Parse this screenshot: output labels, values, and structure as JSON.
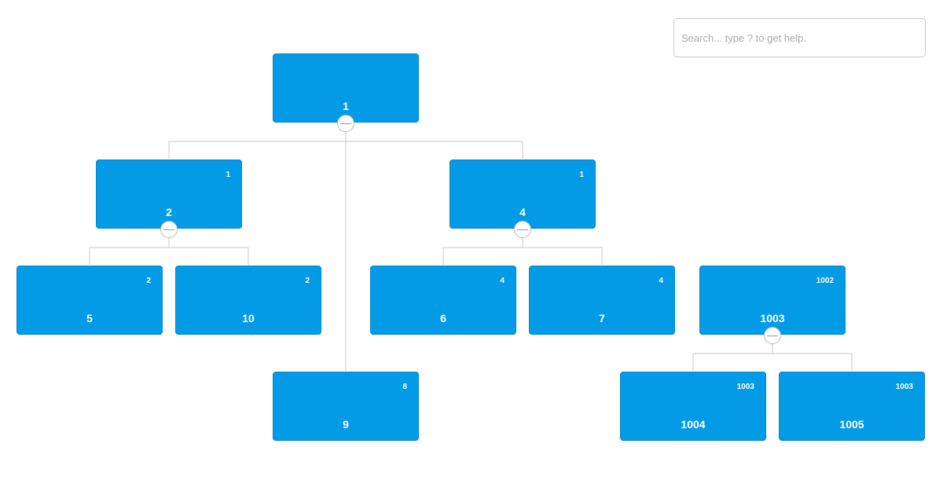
{
  "search": {
    "placeholder": "Search... type ? to get help."
  },
  "colors": {
    "node_fill": "#039be5",
    "link": "#c8c8c8"
  },
  "nodes": [
    {
      "id": "1",
      "pid": ""
    },
    {
      "id": "2",
      "pid": "1"
    },
    {
      "id": "4",
      "pid": "1"
    },
    {
      "id": "5",
      "pid": "2"
    },
    {
      "id": "10",
      "pid": "2"
    },
    {
      "id": "6",
      "pid": "4"
    },
    {
      "id": "7",
      "pid": "4"
    },
    {
      "id": "9",
      "pid": "8"
    },
    {
      "id": "1003",
      "pid": "1002"
    },
    {
      "id": "1004",
      "pid": "1003"
    },
    {
      "id": "1005",
      "pid": "1003"
    }
  ]
}
